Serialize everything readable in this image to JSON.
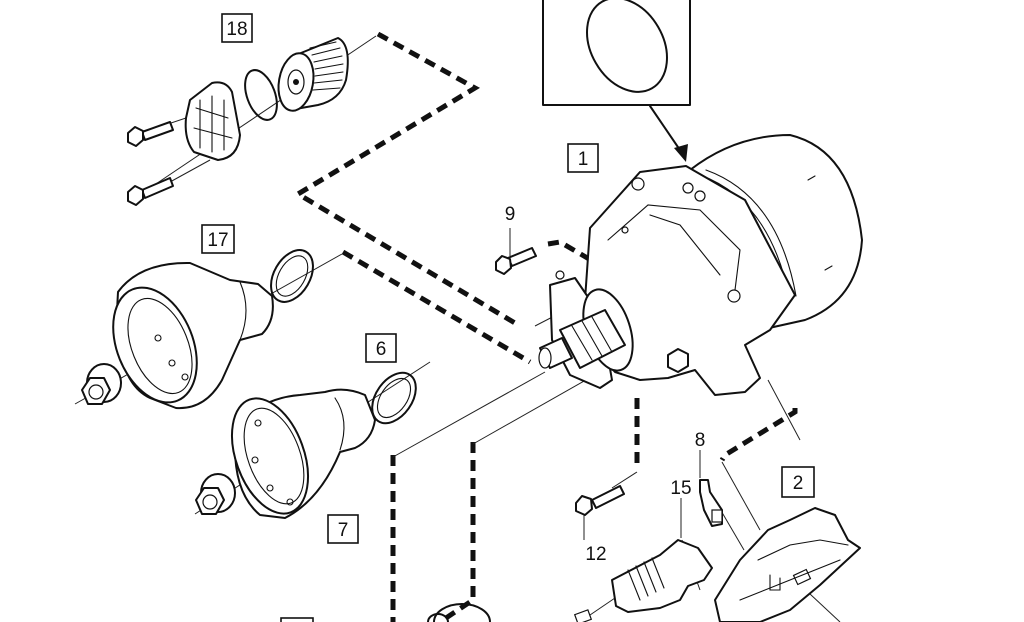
{
  "diagram": {
    "type": "exploded-parts-view",
    "boxed_labels": [
      {
        "id": "label-1",
        "text": "1"
      },
      {
        "id": "label-2",
        "text": "2"
      },
      {
        "id": "label-6",
        "text": "6"
      },
      {
        "id": "label-7",
        "text": "7"
      },
      {
        "id": "label-17",
        "text": "17"
      },
      {
        "id": "label-18",
        "text": "18"
      }
    ],
    "callout_labels": [
      {
        "id": "callout-8",
        "text": "8"
      },
      {
        "id": "callout-9",
        "text": "9"
      },
      {
        "id": "callout-12",
        "text": "12"
      },
      {
        "id": "callout-15",
        "text": "15"
      }
    ],
    "parts": [
      {
        "ref": "1",
        "depicts": "main housing / motor unit"
      },
      {
        "ref": "2",
        "depicts": "control module"
      },
      {
        "ref": "6",
        "depicts": "seal ring"
      },
      {
        "ref": "7",
        "depicts": "coupling flange with nut"
      },
      {
        "ref": "8",
        "depicts": "sensor"
      },
      {
        "ref": "9",
        "depicts": "bolt"
      },
      {
        "ref": "12",
        "depicts": "bolt"
      },
      {
        "ref": "15",
        "depicts": "connector / hose"
      },
      {
        "ref": "17",
        "depicts": "coupling housing with seal and nut"
      },
      {
        "ref": "18",
        "depicts": "filter with cover, O-ring and bolts"
      }
    ],
    "detail_inset": "O-ring detail with arrow to housing"
  }
}
